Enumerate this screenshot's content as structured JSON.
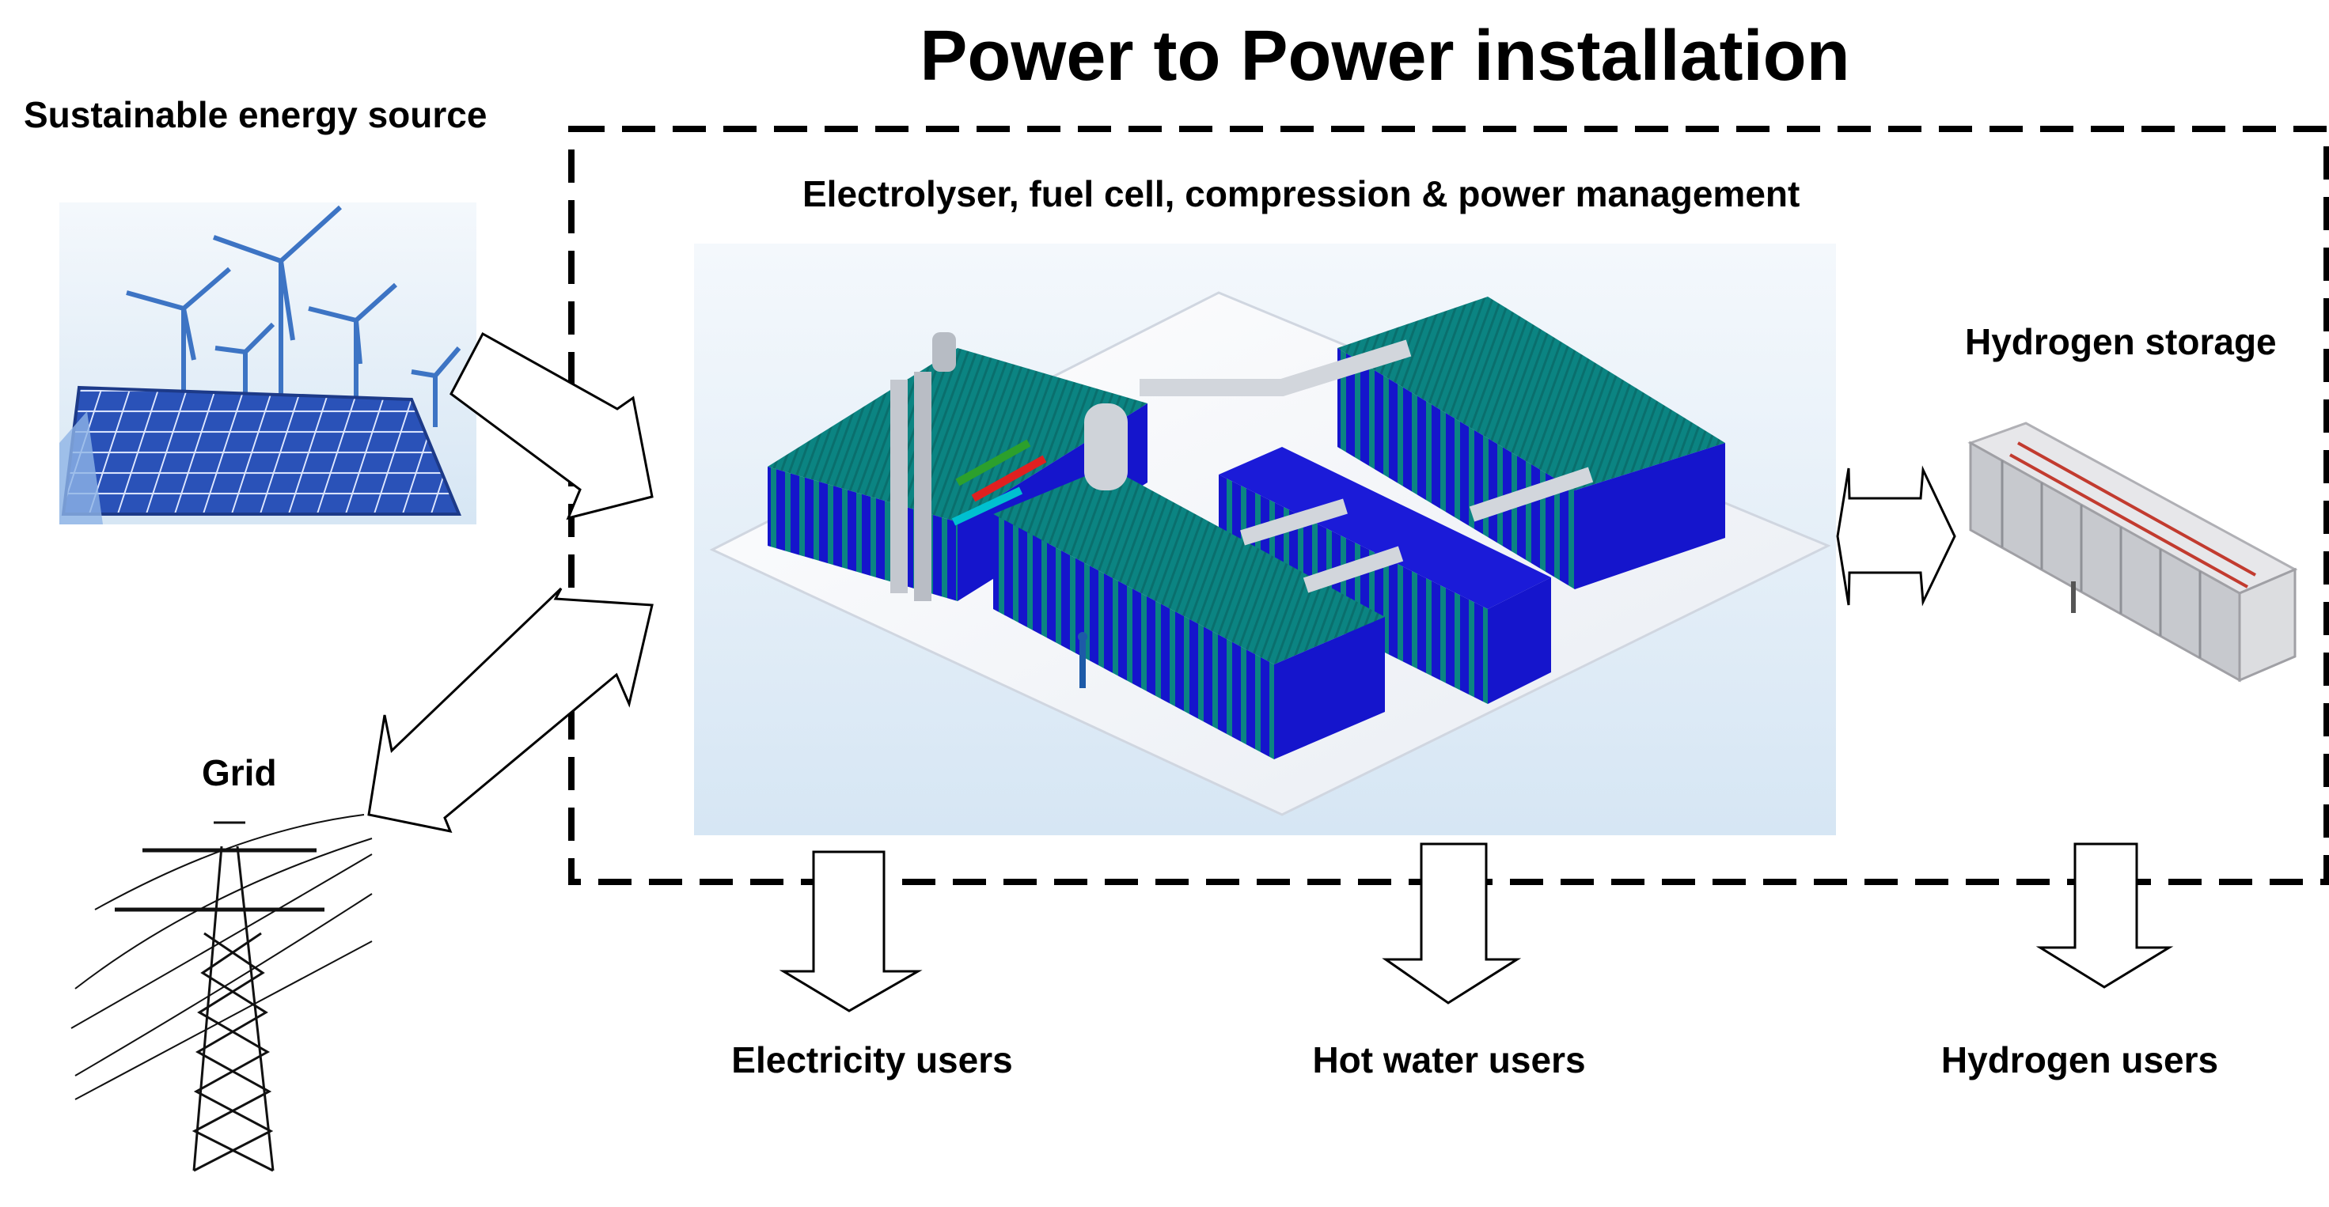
{
  "title": "Power to Power installation",
  "labels": {
    "sustainable_source": "Sustainable energy source",
    "installation": "Electrolyser, fuel cell, compression & power management",
    "hydrogen_storage": "Hydrogen storage",
    "grid": "Grid",
    "electricity_users": "Electricity users",
    "hot_water_users": "Hot water users",
    "hydrogen_users": "Hydrogen users"
  },
  "colors": {
    "roof": "#0b8482",
    "container": "#1515cc",
    "sky": "#cfe3f5",
    "solar": "#2648a8",
    "border": "#000000"
  }
}
